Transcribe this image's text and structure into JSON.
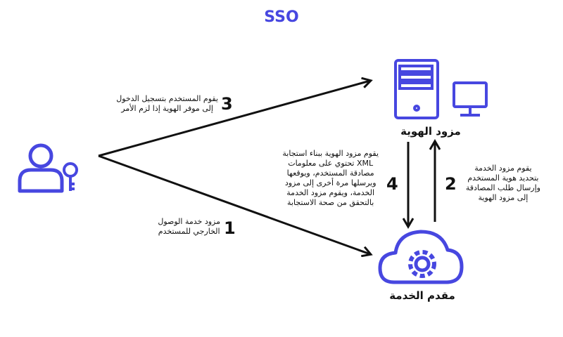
{
  "title": "SSO",
  "colors": {
    "accent": "#4747e0",
    "line": "#111111"
  },
  "nodes": {
    "identity_provider": "مزود الهوية",
    "service_provider": "مقدم الخدمة"
  },
  "icons": [
    "user-icon",
    "key-icon",
    "server-icon",
    "monitor-icon",
    "cloud-gear-icon"
  ],
  "steps": [
    {
      "number": "1",
      "lines": [
        "مزود خدمة الوصول",
        "الخارجي للمستخدم"
      ]
    },
    {
      "number": "2",
      "lines": [
        "يقوم مزود الخدمة",
        "بتحديد هوية المستخدم",
        "وإرسال طلب المصادقة",
        "إلى مزود الهوية"
      ]
    },
    {
      "number": "3",
      "lines": [
        "يقوم المستخدم بتسجيل الدخول",
        "إلى موفر الهوية إذا لزم الأمر"
      ]
    },
    {
      "number": "4",
      "lines": [
        "يقوم مزود الهوية ببناء استجابة",
        "XML تحتوي على معلومات",
        "مصادقة المستخدم، ويوقعها",
        "ويرسلها مرة أخرى إلى مزود",
        "الخدمة، ويقوم مزود الخدمة",
        "بالتحقق من صحة الاستجابة"
      ]
    }
  ]
}
